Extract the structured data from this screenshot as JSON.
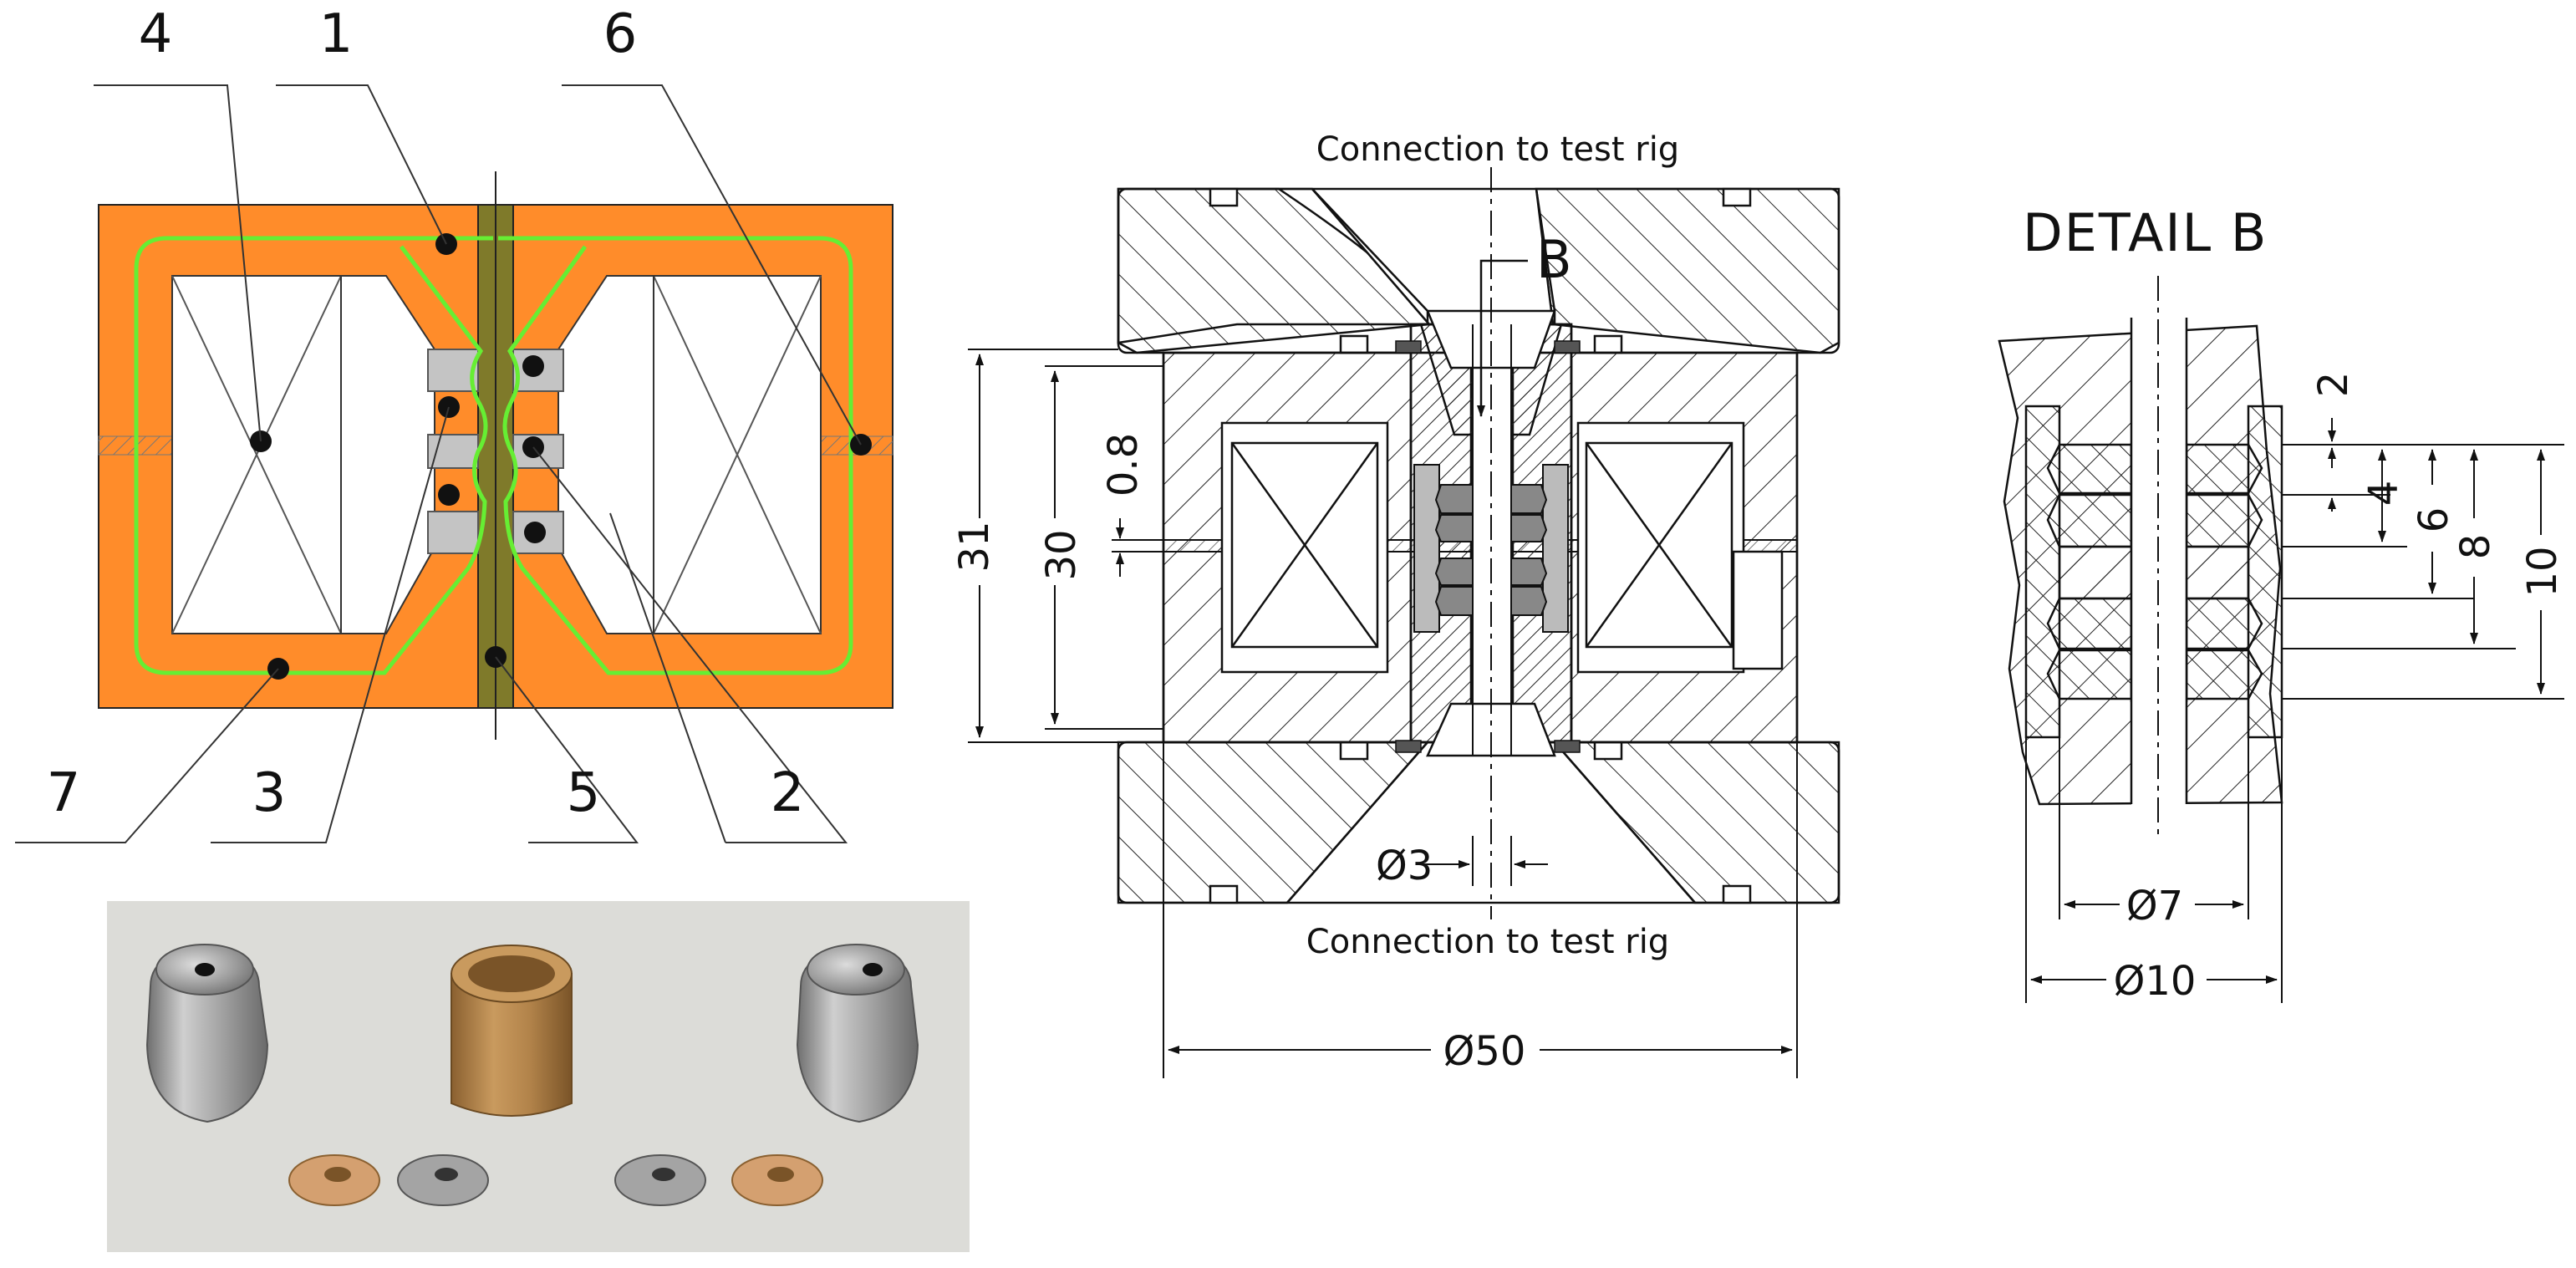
{
  "schematic": {
    "part_labels": [
      "4",
      "1",
      "6",
      "7",
      "3",
      "5",
      "2"
    ],
    "colors": {
      "housing": "#ff8c2a",
      "housing_light": "#ff9c4a",
      "flux_path": "#66ee33",
      "insert": "#c4c4c4",
      "core": "#7f7a2a"
    }
  },
  "photo": {
    "colors": {
      "background": "#dcdcd8",
      "steel": "#9a9a9a",
      "bronze": "#b98a52",
      "copper": "#d4a070"
    }
  },
  "section": {
    "label_top": "Connection to test rig",
    "label_bottom": "Connection to test rig",
    "detail_marker": "B",
    "dims": {
      "d31": "31",
      "d30": "30",
      "d08": "0.8",
      "phi3": "Ø3",
      "phi50": "Ø50"
    }
  },
  "detail": {
    "title": "DETAIL  B",
    "dims": {
      "d2": "2",
      "d4": "4",
      "d6": "6",
      "d8": "8",
      "d10": "10",
      "phi7": "Ø7",
      "phi10": "Ø10"
    }
  }
}
